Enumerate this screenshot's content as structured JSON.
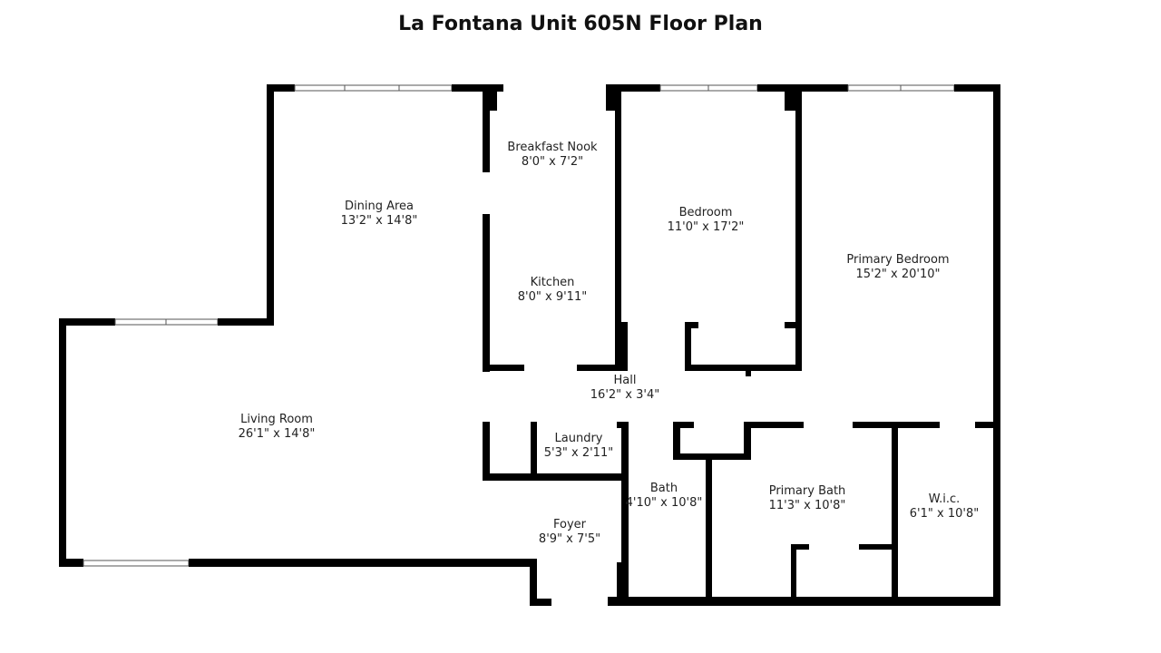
{
  "title": "La Fontana Unit 605N Floor Plan",
  "rooms": [
    {
      "name": "Breakfast Nook",
      "dims": "8'0\" x 7'2\""
    },
    {
      "name": "Dining Area",
      "dims": "13'2\" x 14'8\""
    },
    {
      "name": "Bedroom",
      "dims": "11'0\" x 17'2\""
    },
    {
      "name": "Primary Bedroom",
      "dims": "15'2\" x 20'10\""
    },
    {
      "name": "Kitchen",
      "dims": "8'0\" x 9'11\""
    },
    {
      "name": "Hall",
      "dims": "16'2\" x 3'4\""
    },
    {
      "name": "Living Room",
      "dims": "26'1\" x 14'8\""
    },
    {
      "name": "Laundry",
      "dims": "5'3\" x 2'11\""
    },
    {
      "name": "Bath",
      "dims": "4'10\" x 10'8\""
    },
    {
      "name": "Primary Bath",
      "dims": "11'3\" x 10'8\""
    },
    {
      "name": "W.i.c.",
      "dims": "6'1\" x 10'8\""
    },
    {
      "name": "Foyer",
      "dims": "8'9\" x 7'5\""
    }
  ]
}
